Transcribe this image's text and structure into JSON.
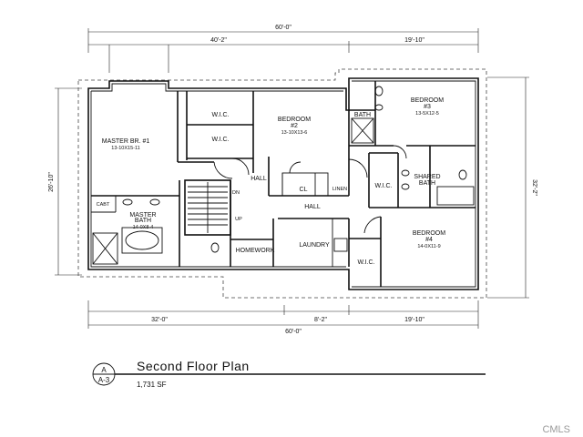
{
  "title": "Second Floor Plan",
  "area": "1,731 SF",
  "section_tag": {
    "top": "A",
    "bottom": "A-3"
  },
  "watermark": "CMLS",
  "dimensions": {
    "top_overall": "60'-0\"",
    "top_left": "40'-2\"",
    "top_right": "19'-10\"",
    "bottom_left": "32'-0\"",
    "bottom_mid": "8'-2\"",
    "bottom_right": "19'-10\"",
    "bottom_overall": "60'-0\"",
    "left_height": "26'-10\"",
    "right_height": "32'-2\""
  },
  "rooms": {
    "master_bedroom": {
      "name": "MASTER BR. #1",
      "size": "13-10X15-11"
    },
    "bedroom2": {
      "name": "BEDROOM",
      "number": "#2",
      "size": "13-10X13-6"
    },
    "bedroom3": {
      "name": "BEDROOM",
      "number": "#3",
      "size": "13-5X12-5"
    },
    "bedroom4": {
      "name": "BEDROOM",
      "number": "#4",
      "size": "14-0X11-9"
    },
    "master_bath": {
      "name": "MASTER",
      "name2": "BATH",
      "size": "14-0X8-4"
    },
    "shared_bath": {
      "name": "SHARED",
      "name2": "BATH"
    },
    "wic1": "W.I.C.",
    "wic2": "W.I.C.",
    "wic3": "W.I.C.",
    "wic4": "W.I.C.",
    "bath": "BATH",
    "cl": "CL",
    "linen": "LINEN",
    "hall_upper": "HALL",
    "hall_lower": "HALL",
    "laundry": "LAUNDRY",
    "homework": "HOMEWORK",
    "cabt": "CABT",
    "stair_dn": "DN",
    "stair_up": "UP"
  }
}
